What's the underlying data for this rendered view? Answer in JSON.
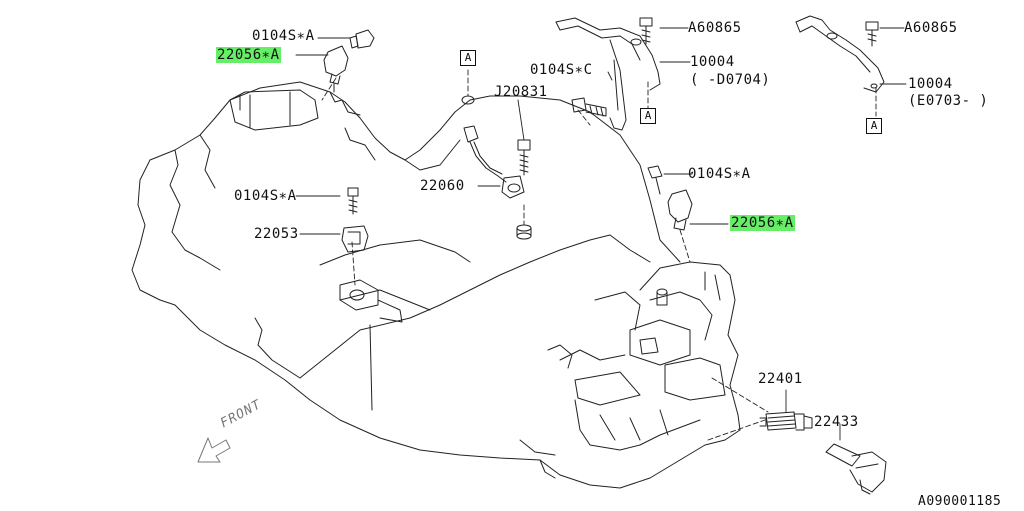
{
  "labels": {
    "bolt_top_left": "0104S∗A",
    "sensor_top_left": "22056∗A",
    "bolt_mid_left": "0104S∗A",
    "sensor_22053": "22053",
    "part_j20831": "J20831",
    "knock_sensor": "22060",
    "bolt_bracket": "0104S∗C",
    "bolt_right_sensor": "0104S∗A",
    "sensor_right": "22056∗A",
    "bolt_a60865_1": "A60865",
    "bracket_10004_1": "10004",
    "bracket_10004_1_range": "( -D0704)",
    "bolt_a60865_2": "A60865",
    "bracket_10004_2": "10004",
    "bracket_10004_2_range": "(E0703- )",
    "spark_plug": "22401",
    "ignition_coil": "22433",
    "diagram_id": "A090001185",
    "front_marker": "FRONT"
  },
  "ref_marks": {
    "a1": "A",
    "a2": "A",
    "a3": "A"
  },
  "colors": {
    "line": "#222222",
    "highlight": "#66ee66"
  }
}
